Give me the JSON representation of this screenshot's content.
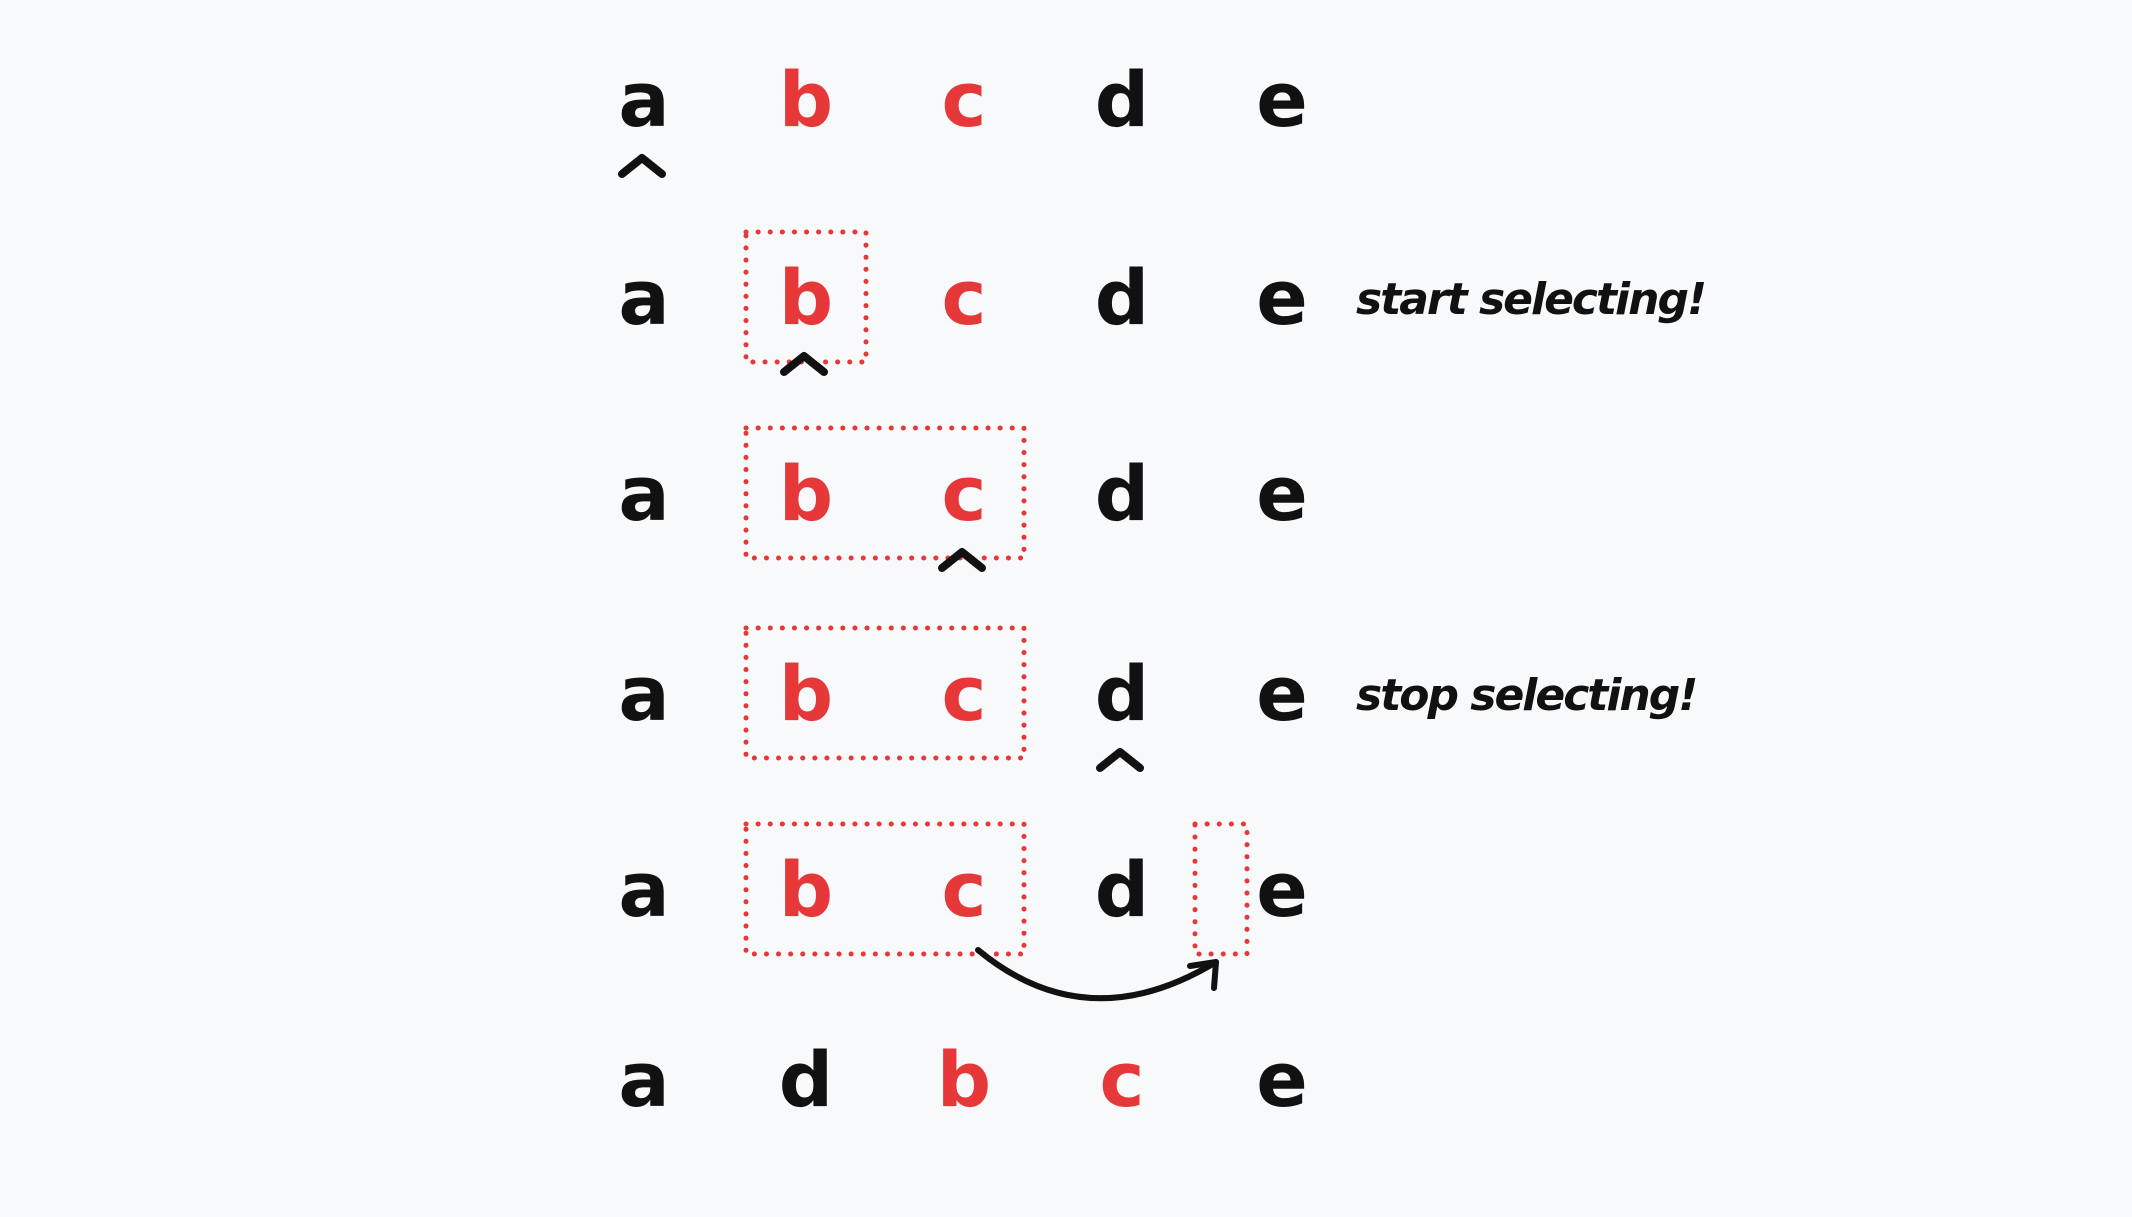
{
  "colors": {
    "background": "#f8f9fb",
    "ink": "#111111",
    "highlight": "#e63838"
  },
  "rows": [
    {
      "letters": [
        {
          "char": "a",
          "color": "ink"
        },
        {
          "char": "b",
          "color": "highlight"
        },
        {
          "char": "c",
          "color": "highlight"
        },
        {
          "char": "d",
          "color": "ink"
        },
        {
          "char": "e",
          "color": "ink"
        }
      ],
      "cursor_after_index": 0,
      "selection": null,
      "note": ""
    },
    {
      "letters": [
        {
          "char": "a",
          "color": "ink"
        },
        {
          "char": "b",
          "color": "highlight"
        },
        {
          "char": "c",
          "color": "highlight"
        },
        {
          "char": "d",
          "color": "ink"
        },
        {
          "char": "e",
          "color": "ink"
        }
      ],
      "cursor_after_index": 1,
      "selection": {
        "from_index": 1,
        "to_index": 1
      },
      "note": "start selecting!"
    },
    {
      "letters": [
        {
          "char": "a",
          "color": "ink"
        },
        {
          "char": "b",
          "color": "highlight"
        },
        {
          "char": "c",
          "color": "highlight"
        },
        {
          "char": "d",
          "color": "ink"
        },
        {
          "char": "e",
          "color": "ink"
        }
      ],
      "cursor_after_index": 2,
      "selection": {
        "from_index": 1,
        "to_index": 2
      },
      "note": ""
    },
    {
      "letters": [
        {
          "char": "a",
          "color": "ink"
        },
        {
          "char": "b",
          "color": "highlight"
        },
        {
          "char": "c",
          "color": "highlight"
        },
        {
          "char": "d",
          "color": "ink"
        },
        {
          "char": "e",
          "color": "ink"
        }
      ],
      "cursor_after_index": 3,
      "selection": {
        "from_index": 1,
        "to_index": 2
      },
      "note": "stop selecting!"
    },
    {
      "letters": [
        {
          "char": "a",
          "color": "ink"
        },
        {
          "char": "b",
          "color": "highlight"
        },
        {
          "char": "c",
          "color": "highlight"
        },
        {
          "char": "d",
          "color": "ink"
        },
        {
          "char": "e",
          "color": "ink"
        }
      ],
      "cursor_after_index": null,
      "selection": {
        "from_index": 1,
        "to_index": 2
      },
      "insertion_slot_after_index": 3,
      "move_arrow": {
        "from_index": 2,
        "to_slot_after_index": 3
      },
      "note": ""
    },
    {
      "letters": [
        {
          "char": "a",
          "color": "ink"
        },
        {
          "char": "d",
          "color": "ink"
        },
        {
          "char": "b",
          "color": "highlight"
        },
        {
          "char": "c",
          "color": "highlight"
        },
        {
          "char": "e",
          "color": "ink"
        }
      ],
      "cursor_after_index": null,
      "selection": null,
      "note": ""
    }
  ]
}
